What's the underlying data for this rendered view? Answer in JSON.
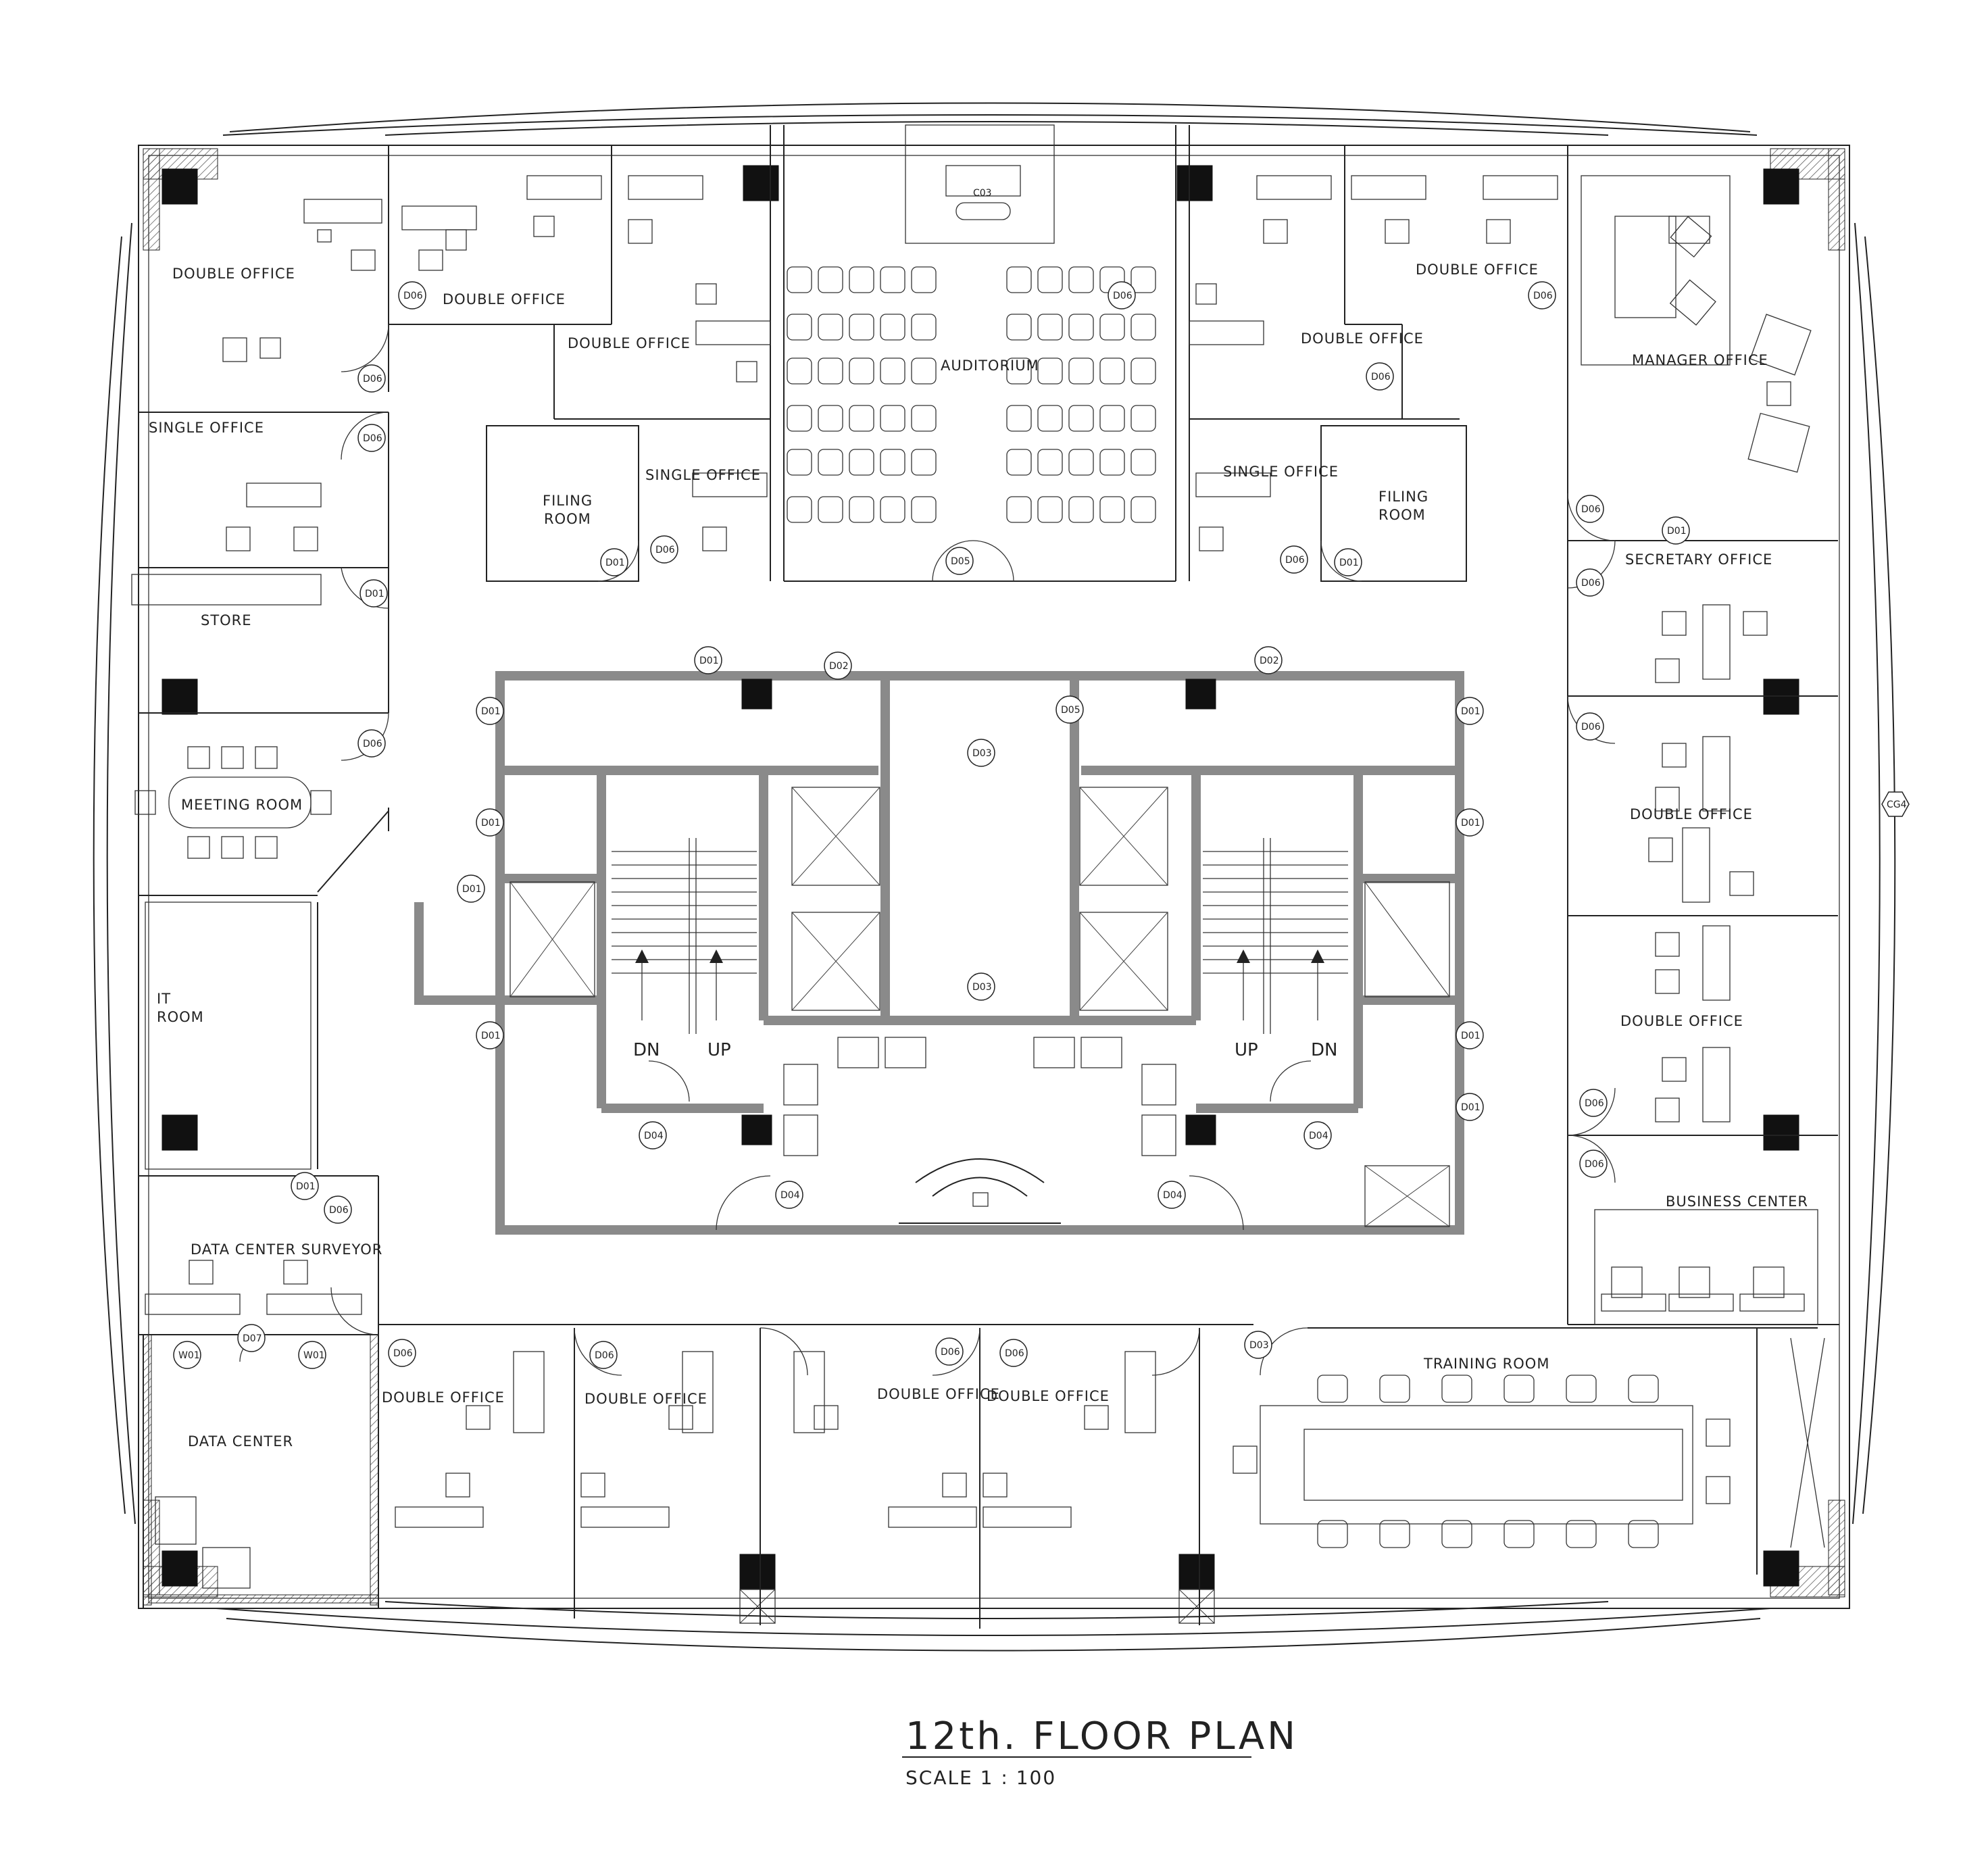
{
  "rooms": [
    {
      "key": "double_office_nw",
      "label": "DOUBLE OFFICE"
    },
    {
      "key": "double_office_n1",
      "label": "DOUBLE OFFICE"
    },
    {
      "key": "double_office_n2",
      "label": "DOUBLE OFFICE"
    },
    {
      "key": "auditorium",
      "label": "AUDITORIUM"
    },
    {
      "key": "double_office_ne1",
      "label": "DOUBLE OFFICE"
    },
    {
      "key": "double_office_ne2",
      "label": "DOUBLE OFFICE"
    },
    {
      "key": "manager_office",
      "label": "MANAGER OFFICE"
    },
    {
      "key": "single_office_w",
      "label": "SINGLE OFFICE"
    },
    {
      "key": "filing_room_w",
      "label": "FILING ROOM"
    },
    {
      "key": "single_office_nc1",
      "label": "SINGLE OFFICE"
    },
    {
      "key": "single_office_nc2",
      "label": "SINGLE OFFICE"
    },
    {
      "key": "filing_room_e",
      "label": "FILING ROOM"
    },
    {
      "key": "secretary_office",
      "label": "SECRETARY OFFICE"
    },
    {
      "key": "store",
      "label": "STORE"
    },
    {
      "key": "meeting_room",
      "label": "MEETING ROOM"
    },
    {
      "key": "double_office_e1",
      "label": "DOUBLE OFFICE"
    },
    {
      "key": "double_office_e2",
      "label": "DOUBLE OFFICE"
    },
    {
      "key": "it_room",
      "label": "IT ROOM"
    },
    {
      "key": "business_center",
      "label": "BUSINESS CENTER"
    },
    {
      "key": "data_center_surveyor",
      "label": "DATA CENTER SURVEYOR"
    },
    {
      "key": "data_center",
      "label": "DATA CENTER"
    },
    {
      "key": "double_office_s1",
      "label": "DOUBLE OFFICE"
    },
    {
      "key": "double_office_s2",
      "label": "DOUBLE OFFICE"
    },
    {
      "key": "double_office_s3",
      "label": "DOUBLE OFFICE"
    },
    {
      "key": "double_office_s4",
      "label": "DOUBLE OFFICE"
    },
    {
      "key": "training_room",
      "label": "TRAINING ROOM"
    }
  ],
  "door_tags": {
    "d01": "D01",
    "d02": "D02",
    "d03": "D03",
    "d04": "D04",
    "d05": "D05",
    "d06": "D06",
    "d07": "D07",
    "w01": "W01"
  },
  "stairs": {
    "down": "DN",
    "up": "UP"
  },
  "grid_tag": "CG4",
  "auditorium_equipment_tag": "C03",
  "drawing": {
    "title": "12th.  FLOOR PLAN",
    "scale": "SCALE 1 : 100"
  },
  "colors": {
    "line": "#222222",
    "core_wall": "#8a8a8a",
    "column": "#111111",
    "background": "#ffffff"
  }
}
